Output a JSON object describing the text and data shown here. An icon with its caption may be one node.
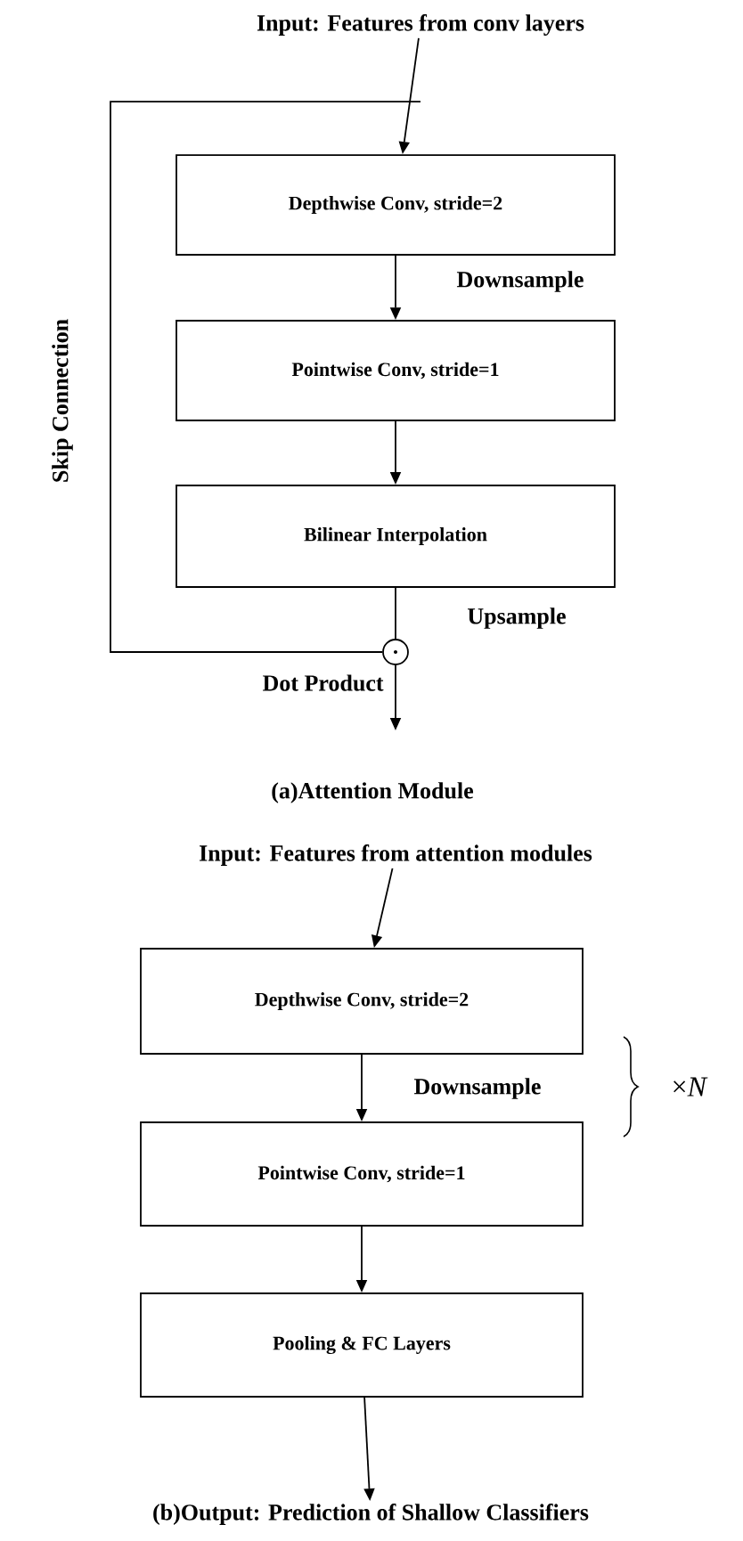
{
  "diagram": {
    "nodes": [
      {
        "text": [
          "Input: Features from conv layers"
        ]
      },
      {
        "text": [
          "Depthwise Conv, stride=2"
        ]
      },
      {
        "text": [
          "Pointwise Conv, stride=1"
        ]
      },
      {
        "text": [
          "Bilinear Interpolation"
        ]
      },
      {
        "text": [],
        "shape": "circle",
        "beside": [
          "Dot Product"
        ]
      },
      {
        "text": [
          "Input: Features from attention modules"
        ]
      },
      {
        "text": [
          "Depthwise Conv, stride=2"
        ]
      },
      {
        "text": [
          "Pointwise Conv, stride=1"
        ]
      },
      {
        "text": [
          "Pooling & FC Layers"
        ]
      },
      {
        "text": [
          "(b)Output: Prediction of Shallow Classifiers"
        ]
      }
    ],
    "edges": [
      {
        "from": 0,
        "to": 1,
        "arrow": "to"
      },
      {
        "from": 0,
        "to": 4,
        "arrow": "none",
        "label": "Skip Connection"
      },
      {
        "from": 1,
        "to": 2,
        "arrow": "to",
        "label": "Downsample"
      },
      {
        "from": 2,
        "to": 3,
        "arrow": "to"
      },
      {
        "from": 3,
        "to": 4,
        "arrow": "none",
        "label": "Upsample"
      },
      {
        "from": 4,
        "to": null,
        "arrow": "to"
      },
      {
        "from": 5,
        "to": 6,
        "arrow": "to"
      },
      {
        "from": 6,
        "to": 7,
        "arrow": "to",
        "label": "Downsample"
      },
      {
        "from": 7,
        "to": 8,
        "arrow": "to"
      },
      {
        "from": 8,
        "to": 9,
        "arrow": "to"
      }
    ],
    "labels": [
      "(a)Attention Module",
      "×*N*"
    ]
  }
}
